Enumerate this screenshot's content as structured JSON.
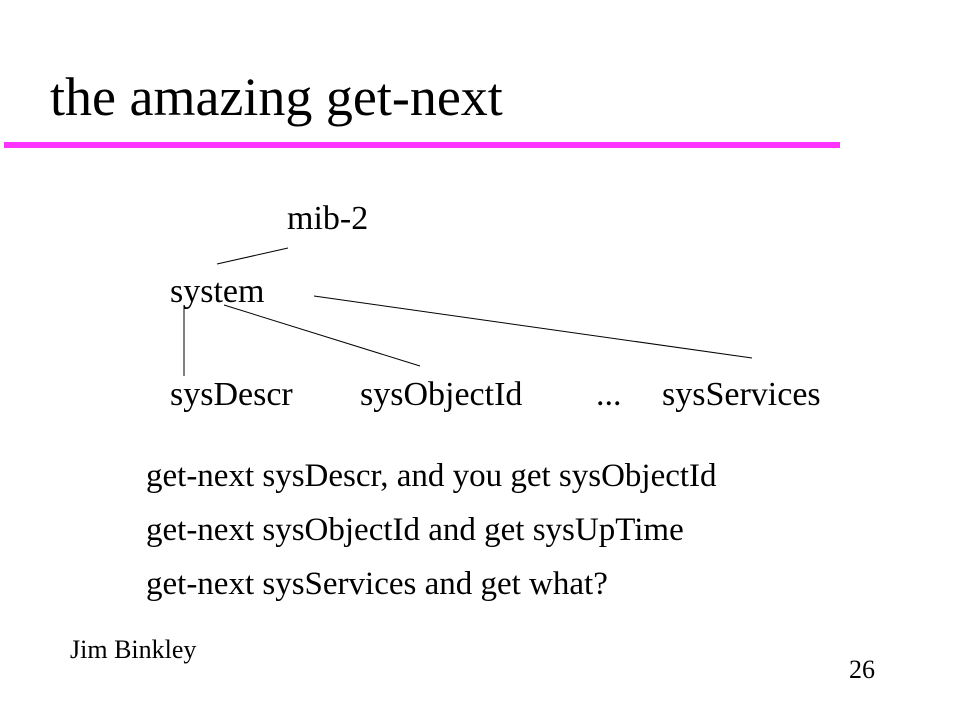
{
  "slide": {
    "title": "the amazing get-next",
    "accent_color": "#ff33ff"
  },
  "tree": {
    "root": "mib-2",
    "parent": "system",
    "children": [
      "sysDescr",
      "sysObjectId",
      "...",
      "sysServices"
    ]
  },
  "notes": [
    "get-next sysDescr,  and you get sysObjectId",
    "get-next sysObjectId and get sysUpTime",
    "get-next sysServices and get what?"
  ],
  "footer": {
    "author": "Jim Binkley",
    "page": "26"
  }
}
